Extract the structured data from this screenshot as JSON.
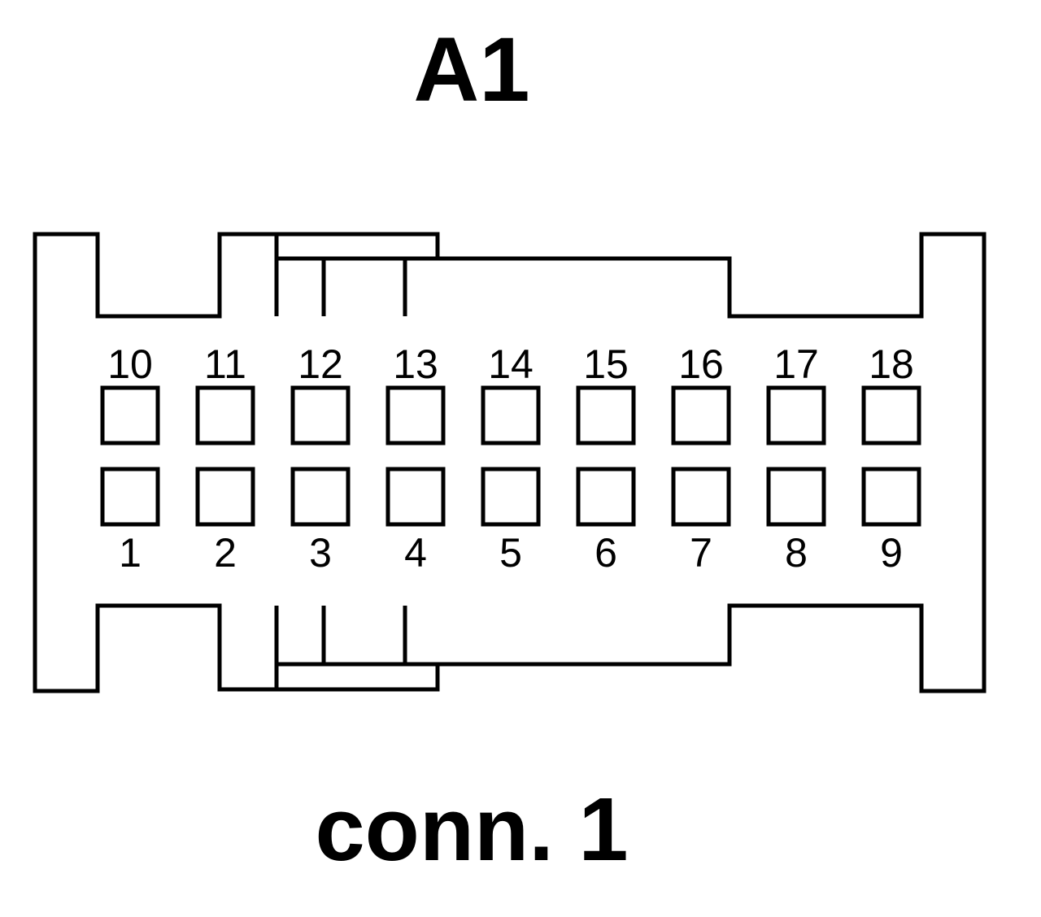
{
  "connector": {
    "title": "A1",
    "subtitle": "conn. 1"
  },
  "pins": {
    "top_row": [
      "10",
      "11",
      "12",
      "13",
      "14",
      "15",
      "16",
      "17",
      "18"
    ],
    "bottom_row": [
      "1",
      "2",
      "3",
      "4",
      "5",
      "6",
      "7",
      "8",
      "9"
    ]
  },
  "colors": {
    "stroke": "#000000",
    "background": "#ffffff"
  }
}
